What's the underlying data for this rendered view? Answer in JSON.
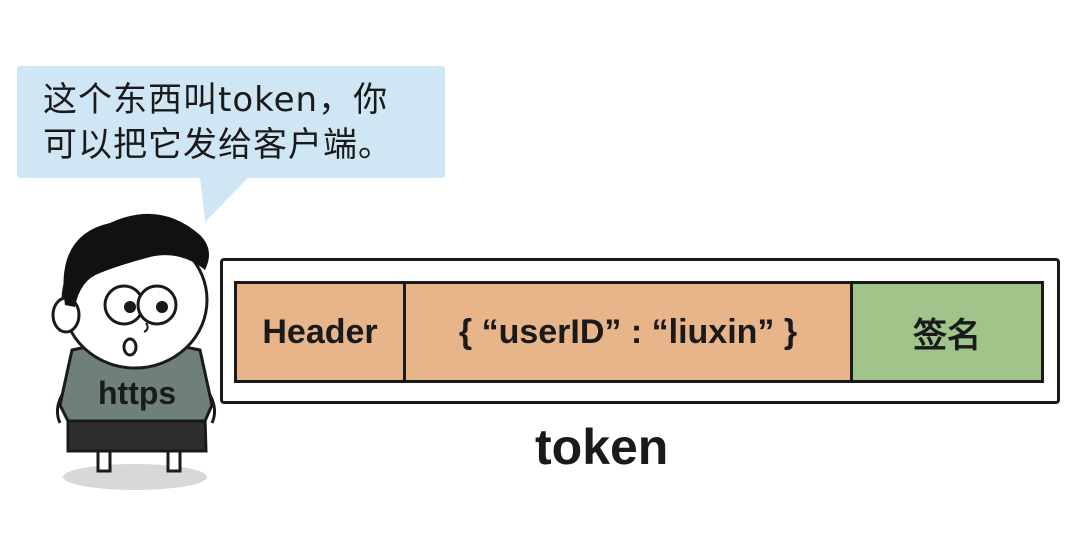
{
  "speech": {
    "text": "这个东西叫token，你\n可以把它发给客户端。"
  },
  "character": {
    "shirt_text": "https"
  },
  "token": {
    "segments": [
      {
        "label": "Header",
        "color": "#e8b48a"
      },
      {
        "label": "{ “userID” : “liuxin” }",
        "color": "#e8b48a"
      },
      {
        "label": "签名",
        "color": "#a0c48a"
      }
    ],
    "caption": "token"
  }
}
